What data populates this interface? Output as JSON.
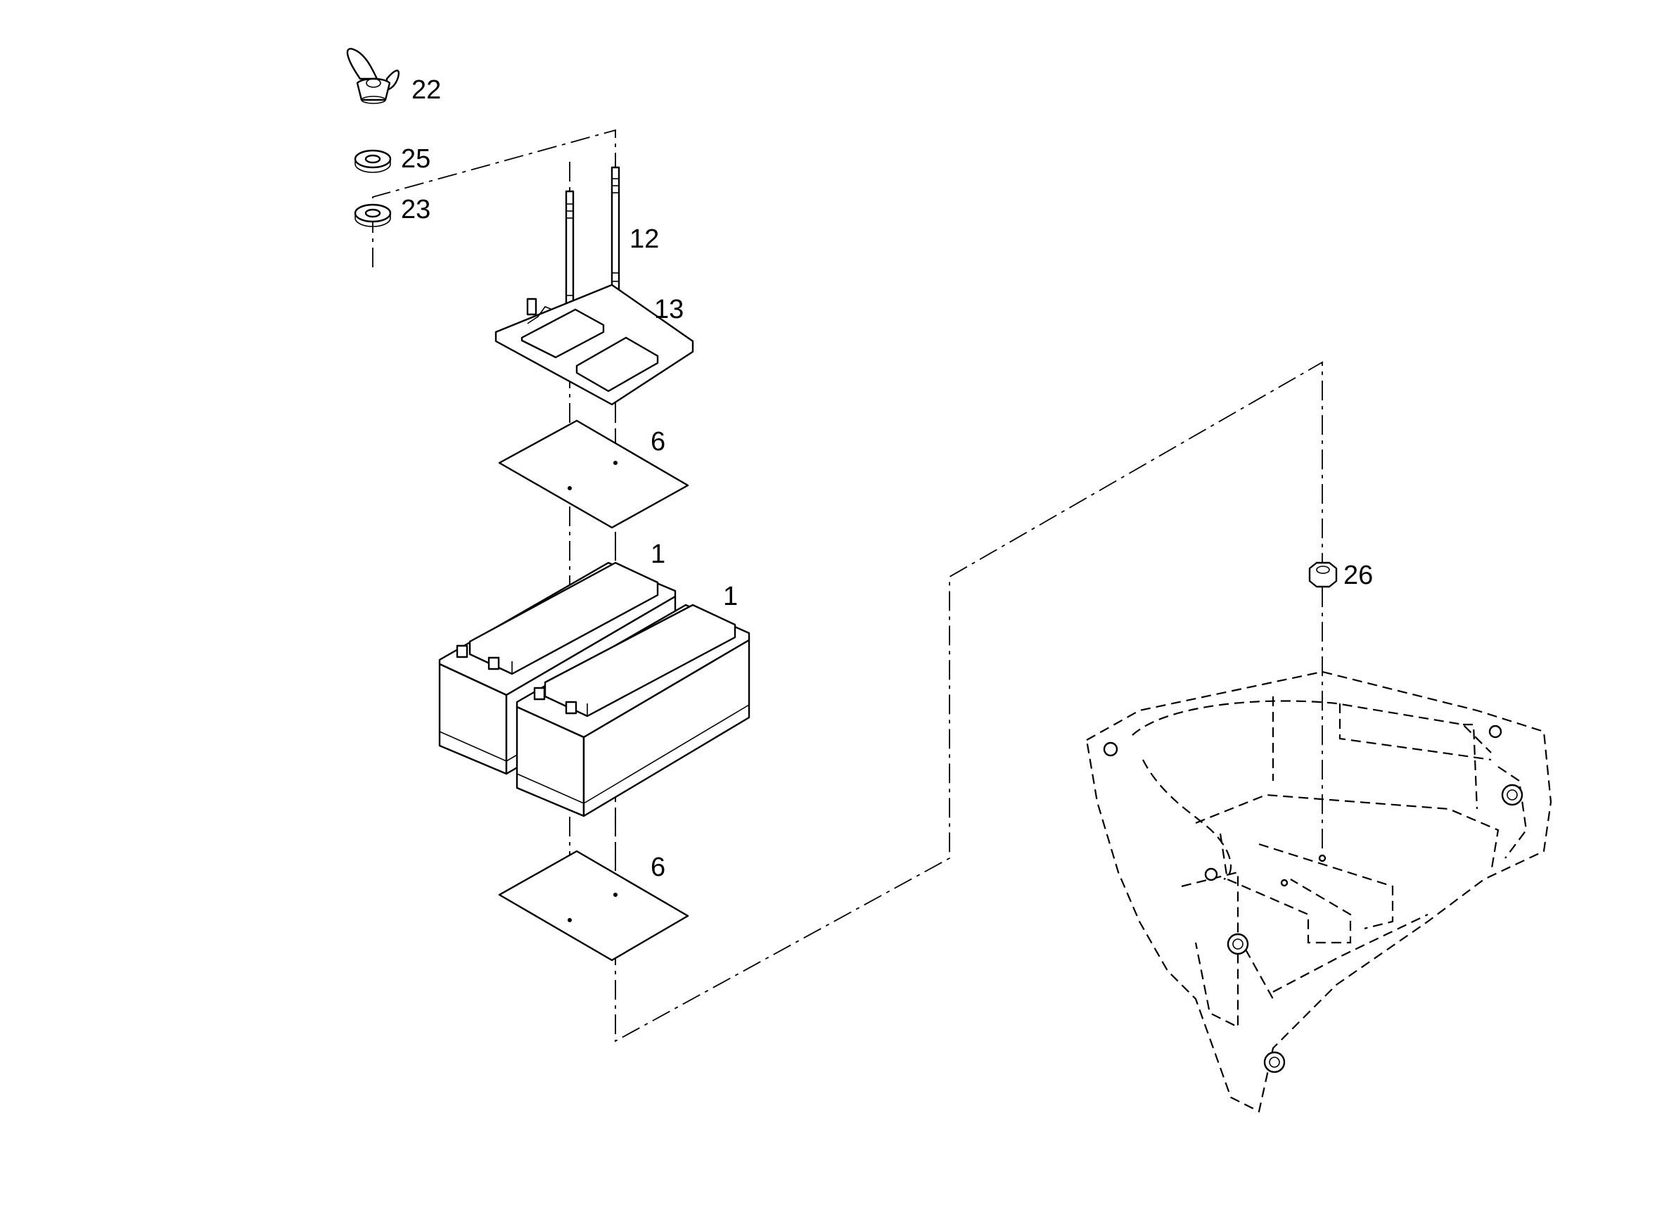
{
  "diagram": {
    "callouts": [
      {
        "id": "22",
        "text": "22",
        "part": "wing-nut"
      },
      {
        "id": "25",
        "text": "25",
        "part": "washer-upper"
      },
      {
        "id": "23",
        "text": "23",
        "part": "washer-lower"
      },
      {
        "id": "12",
        "text": "12",
        "part": "threaded-rods"
      },
      {
        "id": "13",
        "text": "13",
        "part": "battery-clamp-frame"
      },
      {
        "id": "6a",
        "text": "6",
        "part": "pad-upper"
      },
      {
        "id": "1a",
        "text": "1",
        "part": "battery-rear"
      },
      {
        "id": "1b",
        "text": "1",
        "part": "battery-front"
      },
      {
        "id": "6b",
        "text": "6",
        "part": "pad-lower"
      },
      {
        "id": "26",
        "text": "26",
        "part": "hex-nut"
      }
    ]
  }
}
